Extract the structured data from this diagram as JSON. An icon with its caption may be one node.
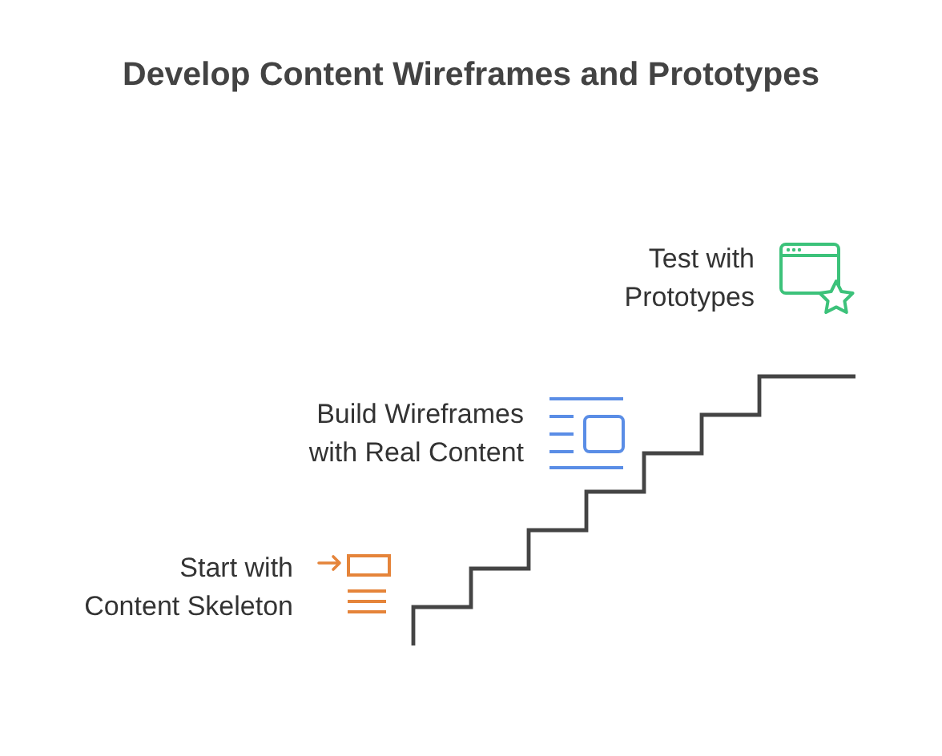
{
  "diagram": {
    "title": "Develop Content Wireframes and Prototypes",
    "labels": [
      "Test with Prototypes",
      "Build Wireframes with Real Content",
      "Start with Content Skeleton"
    ]
  }
}
